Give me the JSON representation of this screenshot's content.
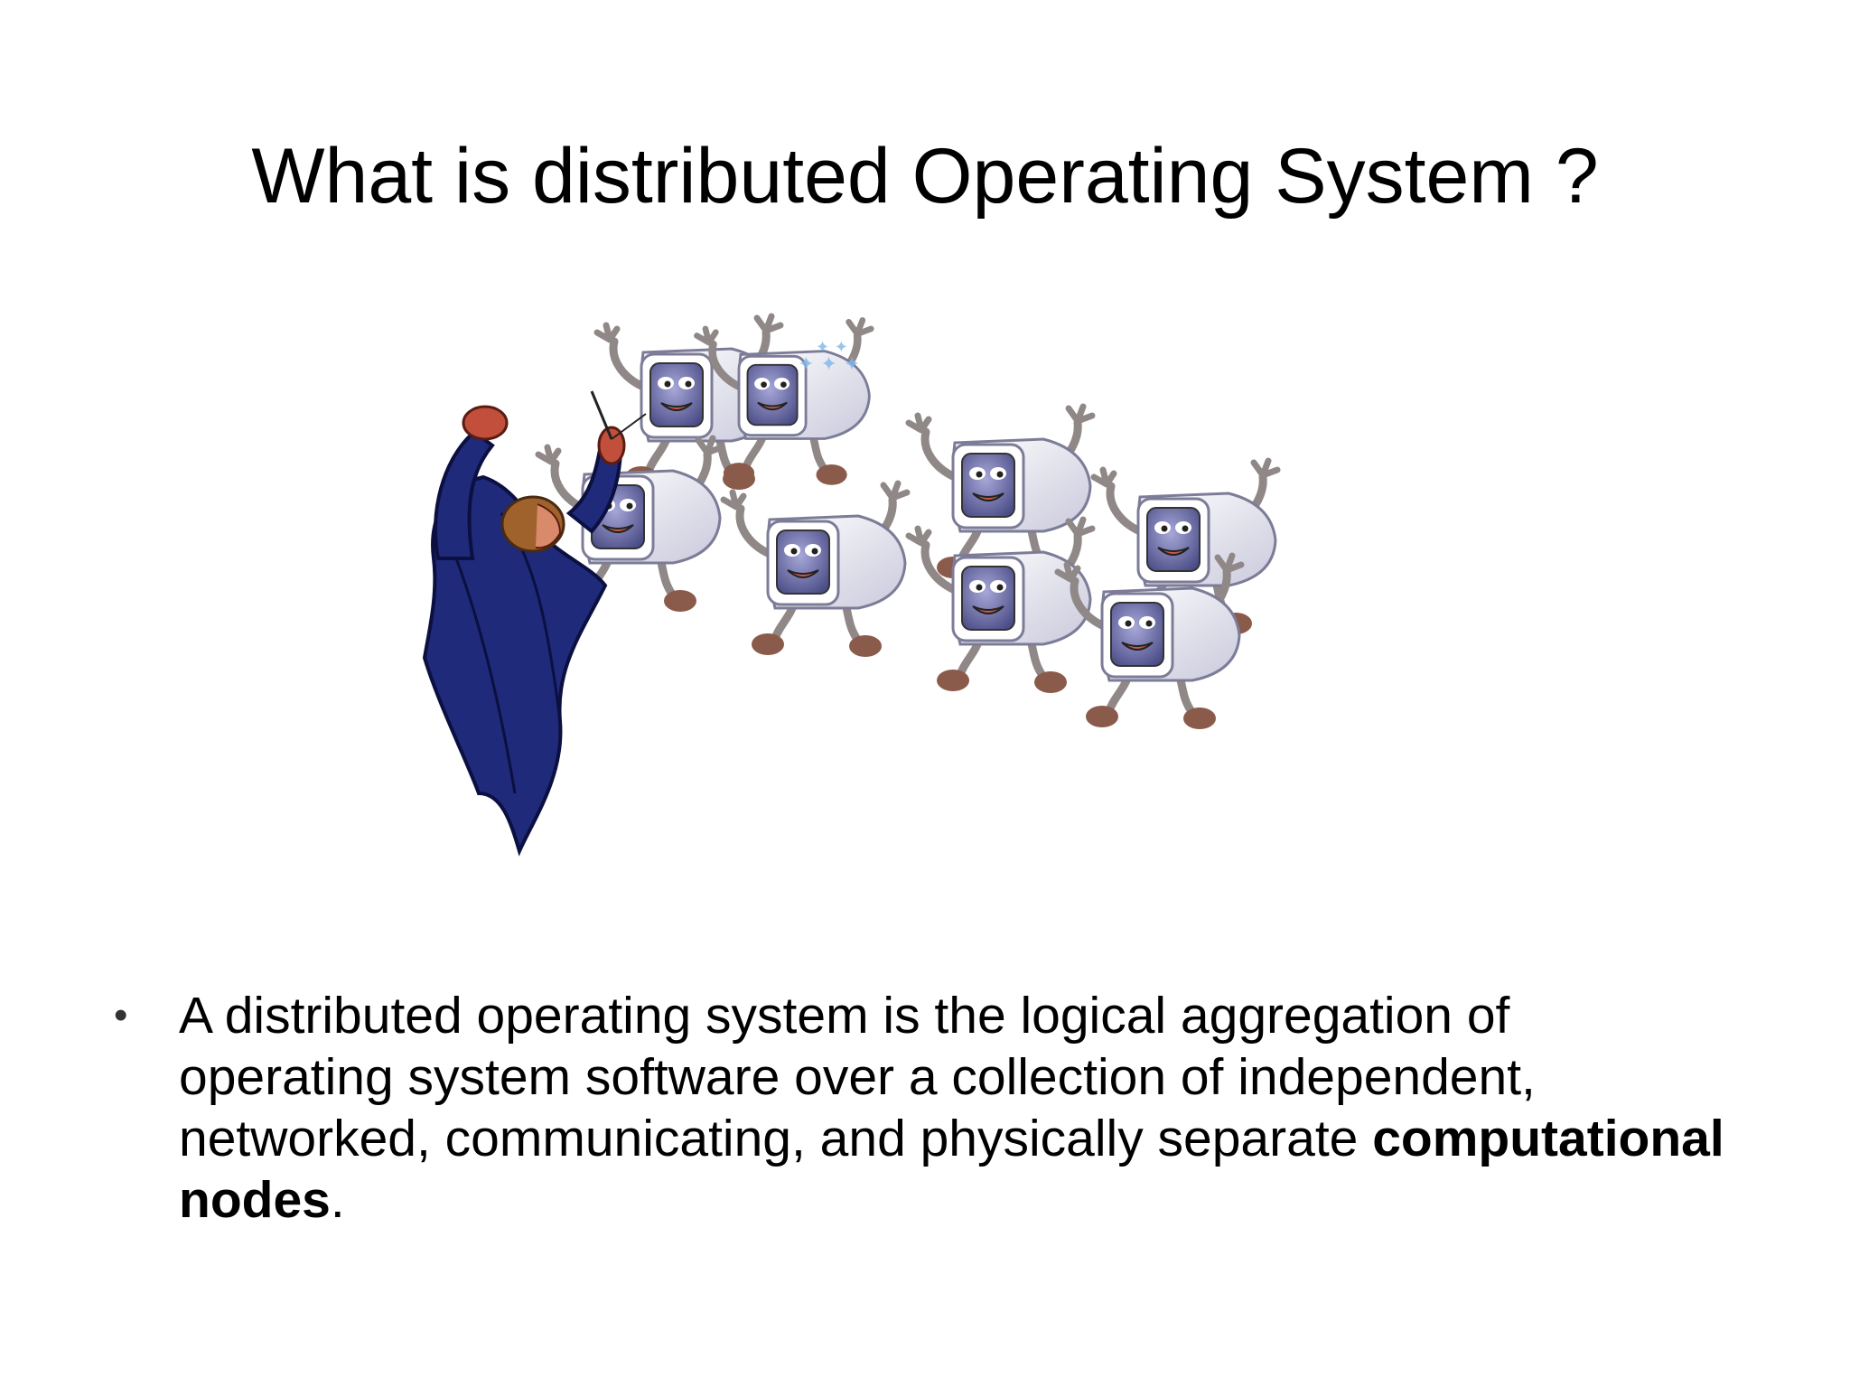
{
  "slide": {
    "title": "What is distributed Operating System ?",
    "illustration": {
      "icon": "conductor-directing-computers-illustration"
    },
    "bullets": [
      {
        "marker": "•",
        "text_lead": "A distributed operating system is the logical aggregation of operating system software over a collection of independent, networked, communicating, and physically separate ",
        "text_bold": "computational nodes",
        "text_tail": "."
      }
    ]
  }
}
